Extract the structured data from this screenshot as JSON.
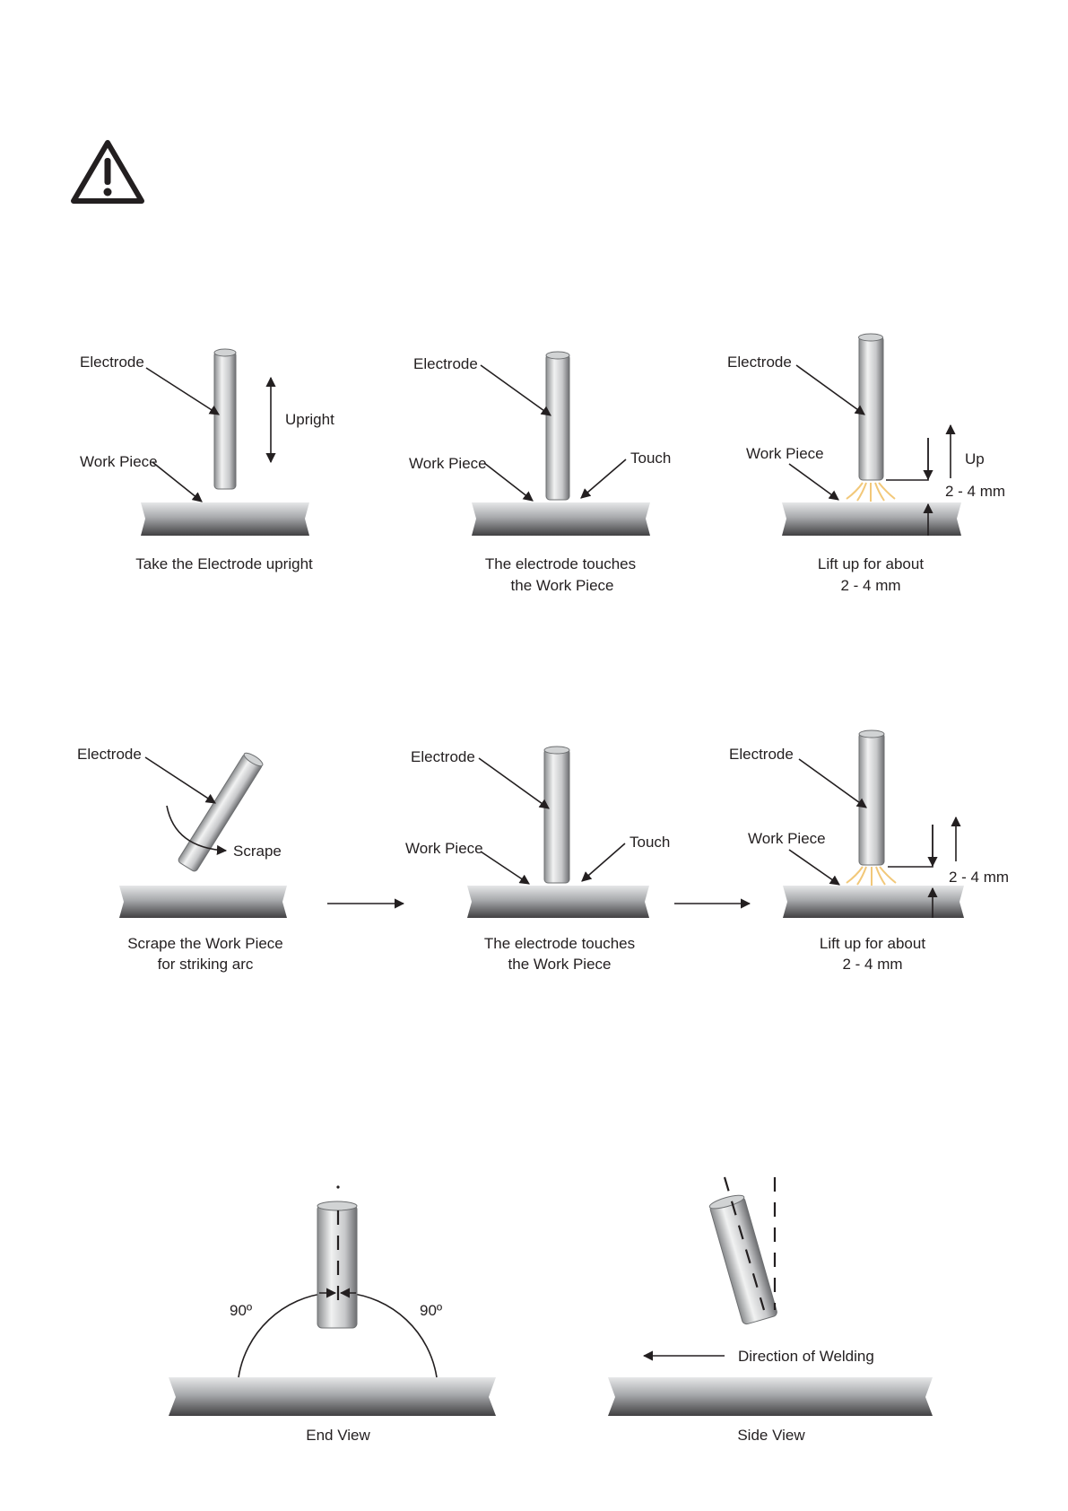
{
  "colors": {
    "ink": "#231f20",
    "spark": "#f2c879",
    "metal_light": "#e6e7e8",
    "metal_dark": "#58595b"
  },
  "icons": {
    "warning": "warning-triangle-icon"
  },
  "row1": {
    "panel1": {
      "electrode": "Electrode",
      "work_piece": "Work Piece",
      "upright": "Upright",
      "caption": "Take the Electrode upright"
    },
    "panel2": {
      "electrode": "Electrode",
      "work_piece": "Work Piece",
      "touch": "Touch",
      "caption_1": "The electrode touches",
      "caption_2": "the Work Piece"
    },
    "panel3": {
      "electrode": "Electrode",
      "work_piece": "Work Piece",
      "up": "Up",
      "gap": "2 - 4 mm",
      "caption_1": "Lift up for about",
      "caption_2": "2 - 4 mm"
    }
  },
  "row2": {
    "panel1": {
      "electrode": "Electrode",
      "scrape": "Scrape",
      "caption_1": "Scrape the Work Piece",
      "caption_2": "for striking arc"
    },
    "panel2": {
      "electrode": "Electrode",
      "work_piece": "Work Piece",
      "touch": "Touch",
      "caption_1": "The electrode touches",
      "caption_2": "the Work Piece"
    },
    "panel3": {
      "electrode": "Electrode",
      "work_piece": "Work Piece",
      "gap": "2 - 4 mm",
      "caption_1": "Lift up for about",
      "caption_2": "2 - 4 mm"
    }
  },
  "row3": {
    "end_view": {
      "angle_left": "90º",
      "angle_right": "90º",
      "caption": "End View"
    },
    "side_view": {
      "direction": "Direction of Welding",
      "caption": "Side View"
    }
  }
}
